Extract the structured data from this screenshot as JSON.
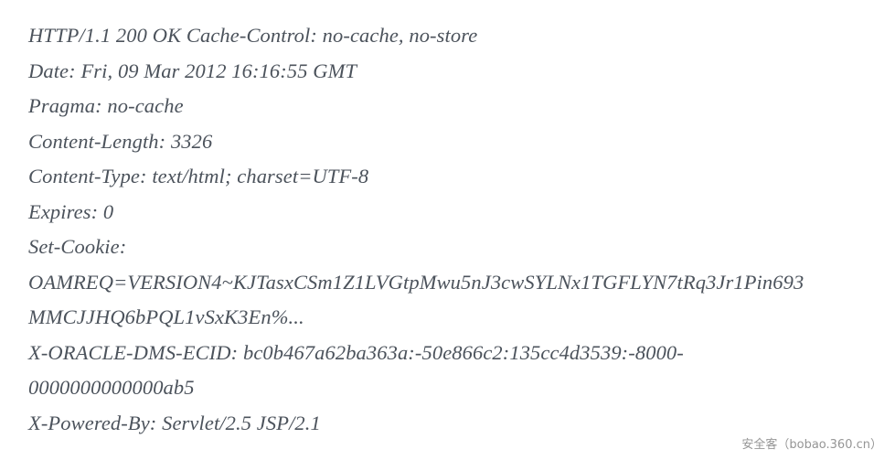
{
  "document": {
    "type": "http-response-headers",
    "background_color": "#ffffff",
    "text_color": "#4c535c",
    "lines": [
      {
        "id": "status-and-cache-control",
        "text": "HTTP/1.1 200 OK Cache-Control: no-cache, no-store",
        "continuation": false
      },
      {
        "id": "date",
        "text": "Date: Fri, 09 Mar 2012 16:16:55 GMT",
        "continuation": false
      },
      {
        "id": "pragma",
        "text": "Pragma: no-cache",
        "continuation": false
      },
      {
        "id": "content-length",
        "text": "Content-Length: 3326",
        "continuation": false
      },
      {
        "id": "content-type",
        "text": "Content-Type: text/html; charset=UTF-8",
        "continuation": false
      },
      {
        "id": "expires",
        "text": "Expires: 0",
        "continuation": false
      },
      {
        "id": "set-cookie",
        "text": "Set-Cookie:",
        "continuation": false
      },
      {
        "id": "set-cookie-value-1",
        "text": "OAMREQ=VERSION4~KJTasxCSm1Z1LVGtpMwu5nJ3cwSYLNx1TGFLYN7tRq3Jr1Pin693",
        "continuation": true
      },
      {
        "id": "set-cookie-value-2",
        "text": "MMCJJHQ6bPQL1vSxK3En%...",
        "continuation": true
      },
      {
        "id": "x-oracle-dms-ecid",
        "text": "X-ORACLE-DMS-ECID: bc0b467a62ba363a:-50e866c2:135cc4d3539:-8000-",
        "continuation": false
      },
      {
        "id": "x-oracle-dms-ecid-continued",
        "text": "0000000000000ab5",
        "continuation": true
      },
      {
        "id": "x-powered-by",
        "text": "X-Powered-By: Servlet/2.5 JSP/2.1",
        "continuation": false
      }
    ],
    "headers": {
      "status_line": "HTTP/1.1 200 OK",
      "cache_control": "no-cache, no-store",
      "date": "Fri, 09 Mar 2012 16:16:55 GMT",
      "pragma": "no-cache",
      "content_length": "3326",
      "content_type": "text/html; charset=UTF-8",
      "expires": "0",
      "set_cookie": "OAMREQ=VERSION4~KJTasxCSm1Z1LVGtpMwu5nJ3cwSYLNx1TGFLYN7tRq3Jr1Pin693MMCJJHQ6bPQL1vSxK3En%...",
      "x_oracle_dms_ecid": "bc0b467a62ba363a:-50e866c2:135cc4d3539:-8000-0000000000000ab5",
      "x_powered_by": "Servlet/2.5 JSP/2.1"
    }
  },
  "watermark": {
    "text": "安全客（bobao.360.cn）",
    "color": "#8d8d8d"
  }
}
